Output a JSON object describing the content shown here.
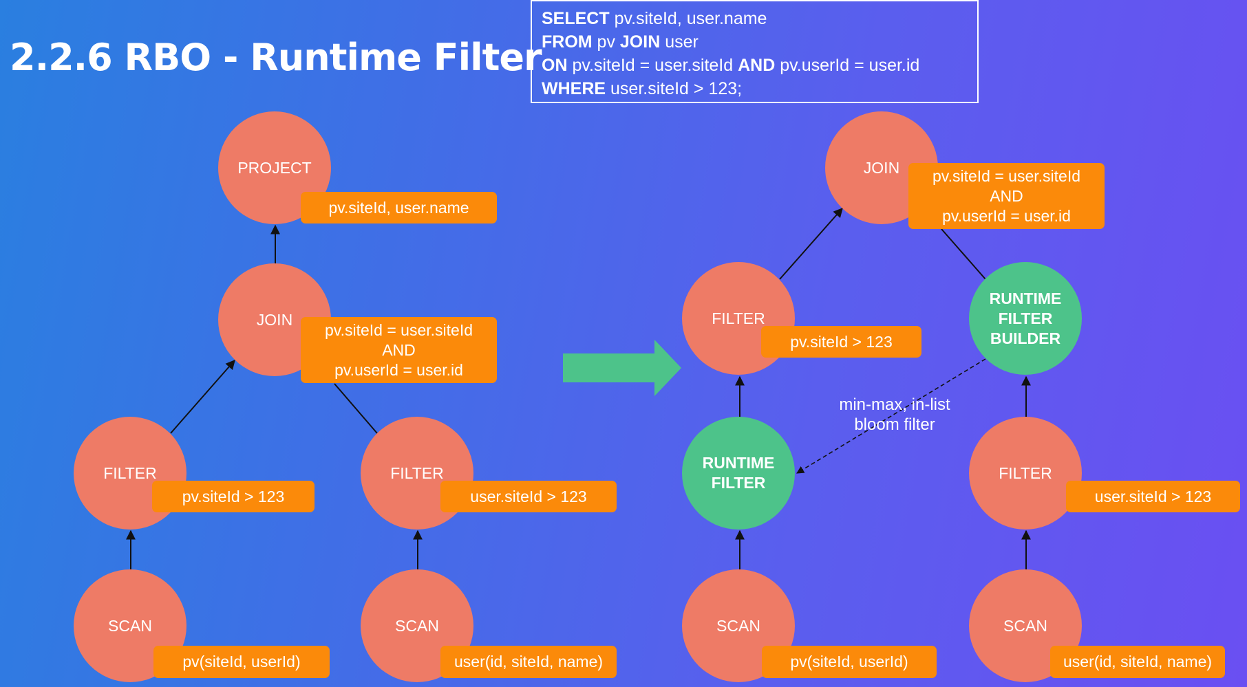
{
  "title": "2.2.6 RBO - Runtime Filter",
  "sql": {
    "line1": {
      "kw": "SELECT",
      "rest": " pv.siteId, user.name"
    },
    "line2": {
      "kw1": "FROM",
      "mid": " pv ",
      "kw2": "JOIN",
      "rest": " user"
    },
    "line3": {
      "kw1": "ON",
      "mid": " pv.siteId = user.siteId ",
      "kw2": "AND",
      "rest": " pv.userId = user.id"
    },
    "line4": {
      "kw": "WHERE",
      "rest": " user.siteId > 123;"
    }
  },
  "left_tree": {
    "project": {
      "label": "PROJECT",
      "tag": "pv.siteId, user.name"
    },
    "join": {
      "label": "JOIN",
      "tag_line1": "pv.siteId = user.siteId",
      "tag_line2": "AND",
      "tag_line3": "pv.userId = user.id"
    },
    "filter_left": {
      "label": "FILTER",
      "tag": "pv.siteId > 123"
    },
    "filter_right": {
      "label": "FILTER",
      "tag": "user.siteId > 123"
    },
    "scan_left": {
      "label": "SCAN",
      "tag": "pv(siteId, userId)"
    },
    "scan_right": {
      "label": "SCAN",
      "tag": "user(id, siteId, name)"
    }
  },
  "right_tree": {
    "join": {
      "label": "JOIN",
      "tag_line1": "pv.siteId = user.siteId",
      "tag_line2": "AND",
      "tag_line3": "pv.userId = user.id"
    },
    "filter_pv": {
      "label": "FILTER",
      "tag": "pv.siteId > 123"
    },
    "runtime_filter": {
      "line1": "RUNTIME",
      "line2": "FILTER"
    },
    "runtime_filter_builder": {
      "line1": "RUNTIME",
      "line2": "FILTER",
      "line3": "BUILDER"
    },
    "filter_user": {
      "label": "FILTER",
      "tag": "user.siteId > 123"
    },
    "scan_left": {
      "label": "SCAN",
      "tag": "pv(siteId, userId)"
    },
    "scan_right": {
      "label": "SCAN",
      "tag": "user(id, siteId, name)"
    },
    "annotation_line1": "min-max, in-list",
    "annotation_line2": "bloom filter"
  },
  "colors": {
    "node": "#ee7b66",
    "runtime_node": "#4dc38a",
    "tag": "#fb8a0a",
    "transform_arrow": "#4dc38a"
  }
}
